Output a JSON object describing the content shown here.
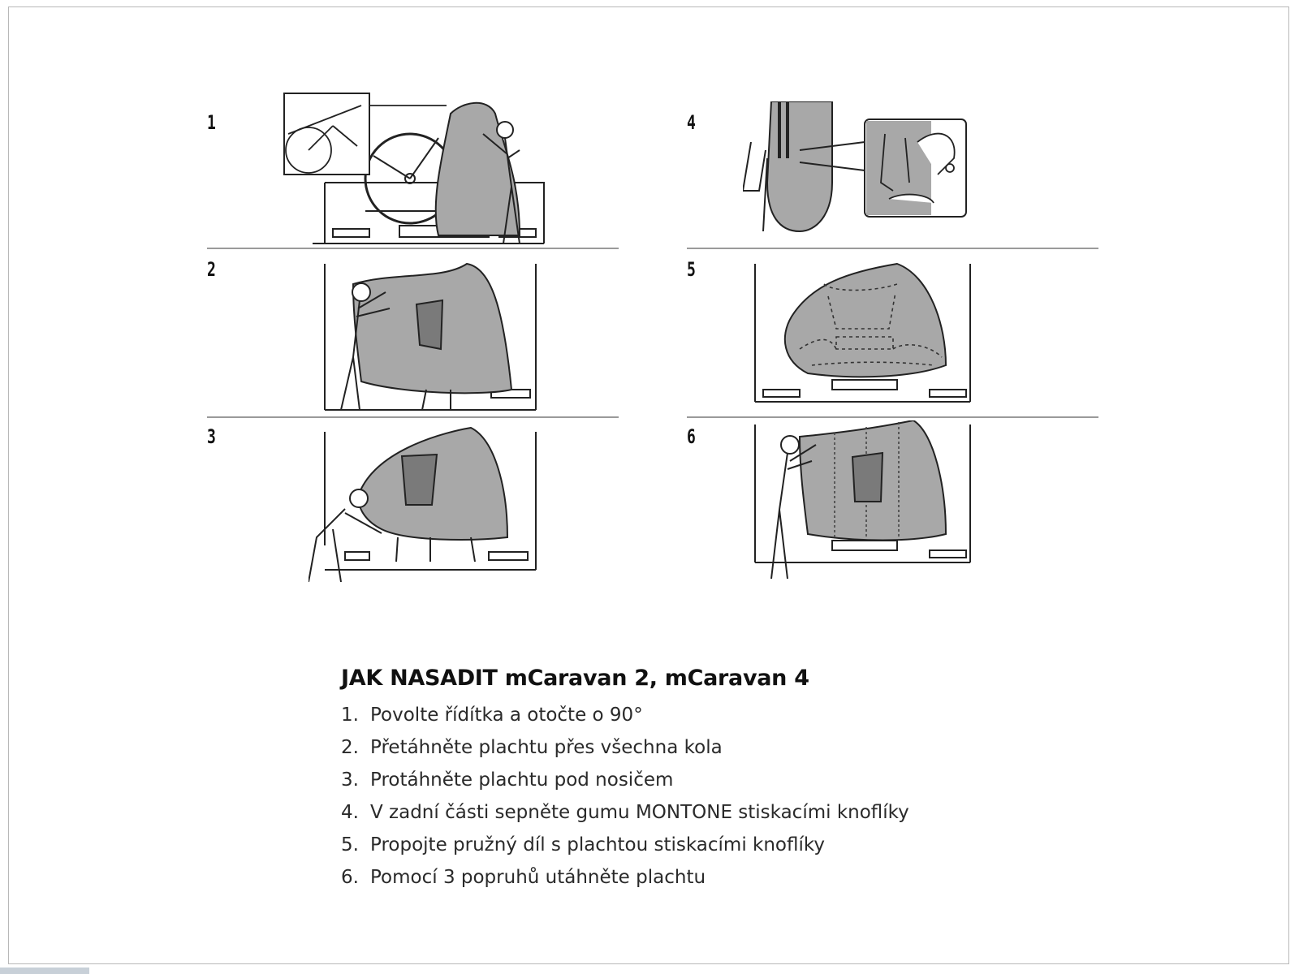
{
  "steps": [
    {
      "number": "1"
    },
    {
      "number": "2"
    },
    {
      "number": "3"
    },
    {
      "number": "4"
    },
    {
      "number": "5"
    },
    {
      "number": "6"
    }
  ],
  "colors": {
    "cover_gray": "#a8a8a8",
    "pocket_gray": "#7a7a7a",
    "line": "#222222"
  },
  "instructions": {
    "title": "JAK NASADIT mCaravan 2, mCaravan 4",
    "items": [
      {
        "n": "1.",
        "text": "Povolte řídítka a otočte o 90°"
      },
      {
        "n": "2.",
        "text": "Přetáhněte plachtu přes všechna kola"
      },
      {
        "n": "3.",
        "text": "Protáhněte plachtu pod nosičem"
      },
      {
        "n": "4.",
        "text": "V zadní části sepněte gumu MONTONE stiskacími knoflíky"
      },
      {
        "n": "5.",
        "text": "Propojte pružný díl s plachtou stiskacími knoflíky"
      },
      {
        "n": "6.",
        "text": "Pomocí 3 popruhů utáhněte plachtu"
      }
    ]
  }
}
